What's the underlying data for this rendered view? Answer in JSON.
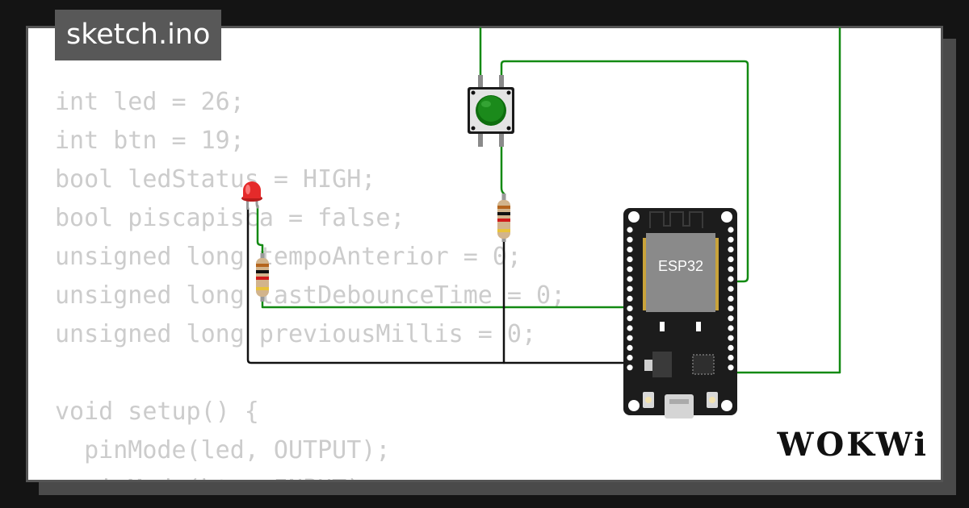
{
  "title_tab": "sketch.ino",
  "code_lines": [
    "int led = 26;",
    "int btn = 19;",
    "bool ledStatus = HIGH;",
    "bool piscapisca = false;",
    "unsigned long tempoAnterior = 0;",
    "unsigned long lastDebounceTime = 0;",
    "unsigned long previousMillis = 0;",
    "",
    "void setup() {",
    "  pinMode(led, OUTPUT);",
    "  pinMode(btn, INPUT);"
  ],
  "board_label": "ESP32",
  "logo": "WOKWi",
  "colors": {
    "wire_green": "#138a13",
    "wire_black": "#111111",
    "led_red": "#e52a2a",
    "button_green": "#1b8a1b",
    "board": "#1c1c1c"
  }
}
